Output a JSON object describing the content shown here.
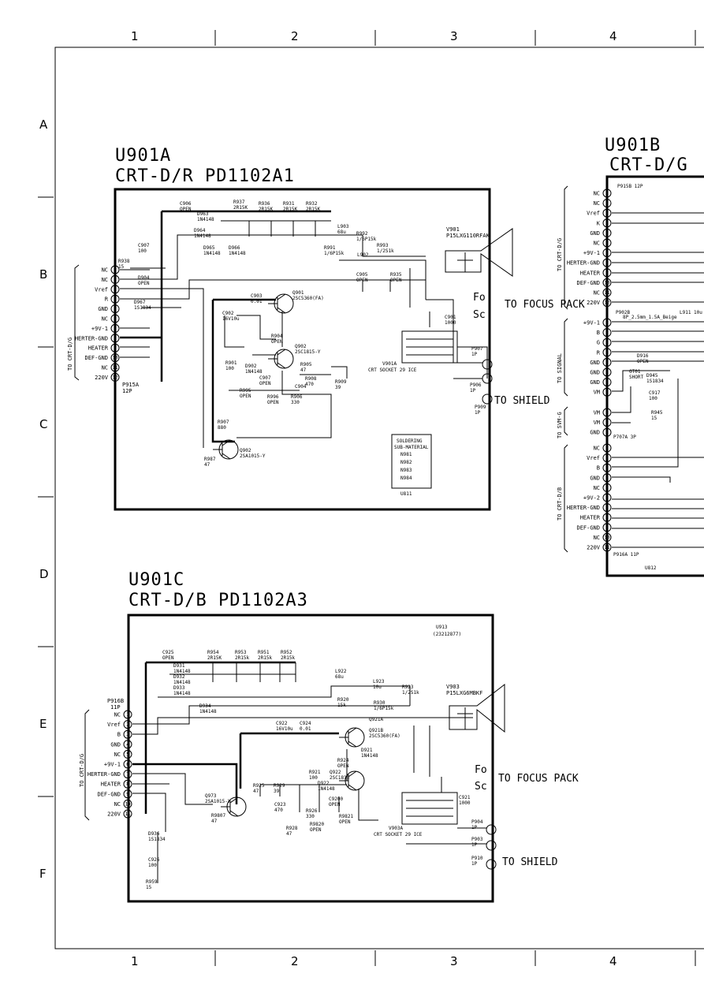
{
  "grid": {
    "columns": [
      "1",
      "2",
      "3",
      "4"
    ],
    "rows": [
      "A",
      "B",
      "C",
      "D",
      "E",
      "F"
    ]
  },
  "u901a": {
    "title": "U901A",
    "subtitle": "CRT-D/R PD1102A1",
    "connector_label": "P915A",
    "connector_pins": "12P",
    "side_label": "TO CRT-D/G",
    "pins": [
      "NC",
      "NC",
      "Vref",
      "R",
      "GND",
      "NC",
      "+9V-1",
      "HERTER-GND",
      "HEATER",
      "DEF-GND",
      "NC",
      "220V"
    ],
    "crt": "V901",
    "crt_part": "P15LXG110RFAK",
    "socket": "V901A",
    "socket_desc": "CRT SOCKET 29 ICE",
    "focus": "TO FOCUS PACK",
    "shield": "TO SHIELD",
    "fo": "Fo",
    "sc": "Sc",
    "soldering": [
      "SOLDERING",
      "SUB-MATERIAL",
      "N981",
      "N982",
      "N983",
      "N984"
    ],
    "ref": "U811",
    "components": [
      "C906 OPEN",
      "D963 1N4148",
      "R937 2R15K",
      "R936 2R15K",
      "R931 2R15K",
      "R932 2R15K",
      "L903 68u",
      "R992 1/6P15k",
      "C907 100",
      "R938 15",
      "D964 1N4148",
      "D965 1N4148",
      "D966 1N4148",
      "R991 1/6P15k",
      "L902",
      "R993 1/2S1k",
      "C905 OPEN",
      "R935 OPEN",
      "C903 0.01",
      "Q901 2SC5360(FA)",
      "C902 16V10u",
      "D904 OPEN",
      "D967 1S1834",
      "R901 100",
      "D902 1N4148",
      "R904 OPEN",
      "Q902 2SC1815-Y",
      "R905 47",
      "C907 OPEN",
      "R908 470",
      "R909 39",
      "R906 330",
      "R995 OPEN",
      "R996 OPEN",
      "C904",
      "C901 1000",
      "P907 1P",
      "P906 1P",
      "P909 1P",
      "R907 880",
      "Q902 2SA1015-Y",
      "R987 47"
    ]
  },
  "u901b": {
    "title": "U901B",
    "subtitle": "CRT-D/G",
    "conn1": "P915B 12P",
    "conn1_pins": [
      "NC",
      "NC",
      "Vref",
      "K",
      "GND",
      "NC",
      "+9V-1",
      "HERTER-GND",
      "HEATER",
      "DEF-GND",
      "NC",
      "220V"
    ],
    "conn1_label": "TO CRT-D/G",
    "conn2": "P902B",
    "conn2_desc": "8P_2.5mm_1.5A_Beige",
    "l911": "L911 10u",
    "conn2_pins": [
      "+9V-1",
      "B",
      "G",
      "R",
      "GND",
      "GND",
      "GND",
      "VM"
    ],
    "conn2_label": "TO SIGNAL",
    "conn3_pins": [
      "VM",
      "VM",
      "GND"
    ],
    "conn3_label": "TO SVM-G",
    "conn3": "P707A 3P",
    "conn4_pins": [
      "NC",
      "Vref",
      "B",
      "GND",
      "NC",
      "+9V-2",
      "HERTER-GND",
      "HEATER",
      "DEF-GND",
      "NC",
      "220V"
    ],
    "conn4_label": "TO CRT-D/B",
    "conn4": "P916A 11P",
    "parts": [
      "D916 OPEN",
      "GT01 SHORT",
      "D945 1S1834",
      "C917 100",
      "R945 15"
    ],
    "ref": "U812"
  },
  "u901c": {
    "title": "U901C",
    "subtitle": "CRT-D/B PD1102A3",
    "connector_label": "P916B",
    "connector_pins": "11P",
    "side_label": "TO CRT-D/G",
    "pins": [
      "NC",
      "Vref",
      "B",
      "GND",
      "NC",
      "+9V-1",
      "HERTER-GND",
      "HEATER",
      "DEF-GND",
      "NC",
      "220V"
    ],
    "crt": "V903",
    "crt_part": "P15LXG6MBKF",
    "socket": "V903A",
    "socket_desc": "CRT SOCKET 29 ICE",
    "focus": "TO FOCUS PACK",
    "shield": "TO SHIELD",
    "fo": "Fo",
    "sc": "Sc",
    "ref": "U913",
    "ref_note": "(23212877)",
    "components": [
      "C925 OPEN",
      "D931 1N4148",
      "D932 1N4148",
      "D933 1N4148",
      "D934 1N4148",
      "R954 2R15K",
      "R953 2R15k",
      "R951 2R15k",
      "R952 2R15k",
      "L922 68u",
      "L923 10u",
      "R923 1/2S1k",
      "R920 15k",
      "R930 1/6P15k",
      "C922 16V10u",
      "C924 0.01",
      "Q921A",
      "Q921B 2SC5360(FA)",
      "D921 1N4148",
      "R924 OPEN",
      "R921 100",
      "Q922 2SC1815",
      "D922 1N4148",
      "R925 47",
      "R929 39",
      "C923 470",
      "R926 330",
      "R928 47",
      "R9820 OPEN",
      "C9200 OPEN",
      "R9821 OPEN",
      "Q973 2SA1015-Y",
      "R9807 47",
      "C921 1000",
      "P904 1P",
      "P903 1P",
      "P910 1P",
      "D936 1S1834",
      "C926 100",
      "R959 15"
    ]
  }
}
